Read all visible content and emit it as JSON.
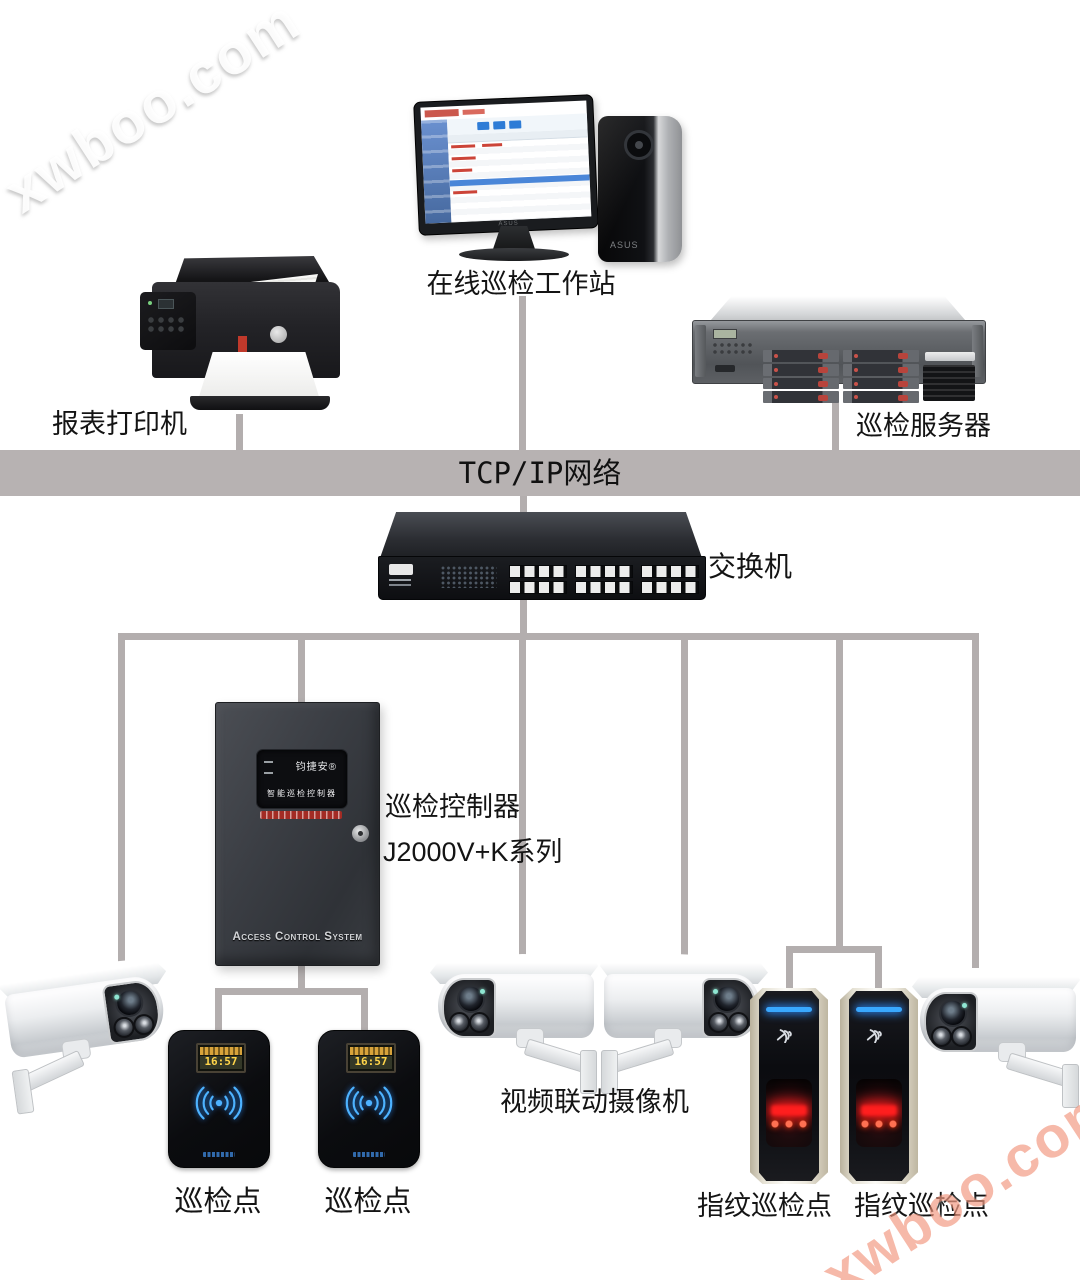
{
  "watermark": {
    "text": "xwboo.com",
    "top_color": "#f2f2f2",
    "bottom_color": "#ee8062"
  },
  "network": {
    "bar_label": "TCP/IP网络",
    "bar_color": "#b7b2b2",
    "line_color": "#b3aeae"
  },
  "devices": {
    "workstation": {
      "label": "在线巡检工作站",
      "brand": "ASUS"
    },
    "printer": {
      "label": "报表打印机"
    },
    "server": {
      "label": "巡检服务器"
    },
    "switch": {
      "label": "交换机"
    },
    "controller": {
      "label_line1": "巡检控制器",
      "label_line2": "J2000V+K系列",
      "brand": "钧捷安®",
      "panel_text": "智能巡检控制器",
      "chassis_text": "Access Control System"
    },
    "cameras": {
      "label": "视频联动摄像机"
    },
    "patrol_points": {
      "label_1": "巡检点",
      "label_2": "巡检点",
      "display_time": "16:57",
      "accent_color": "#4db2ff"
    },
    "fingerprint_points": {
      "label_1": "指纹巡检点",
      "label_2": "指纹巡检点",
      "led_color": "#39a8ff",
      "sensor_color": "#ff1e1e"
    }
  }
}
